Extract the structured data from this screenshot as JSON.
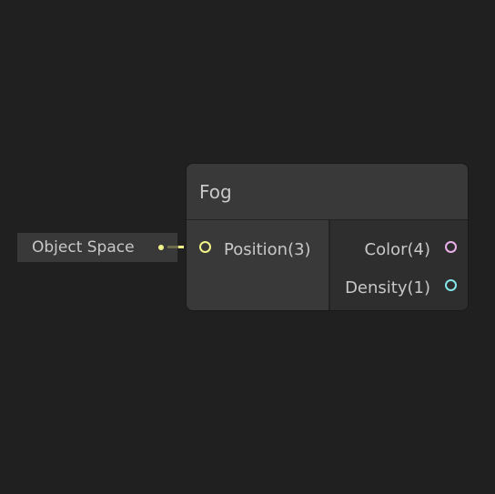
{
  "input_chip": {
    "label": "Object Space"
  },
  "node": {
    "title": "Fog",
    "inputs": [
      {
        "label": "Position(3)",
        "color": "#f2f38a"
      }
    ],
    "outputs": [
      {
        "label": "Color(4)",
        "color": "#e9b0e9"
      },
      {
        "label": "Density(1)",
        "color": "#84e4e7"
      }
    ]
  }
}
